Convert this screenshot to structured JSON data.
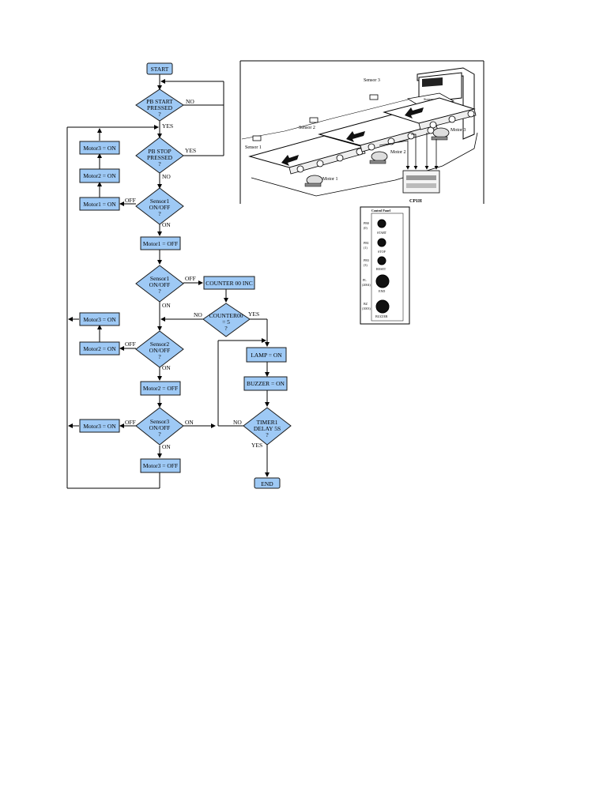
{
  "flowchart": {
    "start": "START",
    "pb_start": [
      "PB START",
      "PRESSED",
      "?"
    ],
    "pb_stop": [
      "PB STOP",
      "PRESSED",
      "?"
    ],
    "sensor1_a": [
      "Sensor1",
      "ON/OFF",
      "?"
    ],
    "motor1_off": "Motor1 = OFF",
    "sensor1_b": [
      "Sensor1",
      "ON/OFF",
      "?"
    ],
    "counter_inc": "COUNTER 00 INC",
    "counter_cmp": [
      "COUNTER00",
      "= 5",
      "?"
    ],
    "sensor2": [
      "Sensor2",
      "ON/OFF",
      "?"
    ],
    "motor2_off": "Motor2 = OFF",
    "sensor3": [
      "Sensor3",
      "ON/OFF",
      "?"
    ],
    "motor3_off": "Motor3 = OFF",
    "lamp_on": "LAMP = ON",
    "buzzer_on": "BUZZER = ON",
    "timer": [
      "TIMER1",
      "DELAY 5S",
      "?"
    ],
    "end": "END",
    "motor3_on_top": "Motor3 = ON",
    "motor2_on_top": "Motor2 = ON",
    "motor1_on": "Motor1 = ON",
    "motor3_on_mid": "Motor3 = ON",
    "motor2_on_mid": "Motor2 = ON",
    "motor3_on_bot": "Motor3 = ON",
    "labels": {
      "yes": "YES",
      "no": "NO",
      "on": "ON",
      "off": "OFF"
    }
  },
  "conveyor": {
    "sensor1": "Sensor 1",
    "sensor2": "Sensor 2",
    "sensor3": "Sensor 3",
    "motor1": "Motor 1",
    "motor2": "Motor 2",
    "motor3": "Motor 3",
    "stopper": [
      "Stopper",
      "plate"
    ],
    "plc": "CP1H"
  },
  "control_panel": {
    "title": "Control Panel",
    "buttons": [
      {
        "code": [
          "PB0",
          "(0)"
        ],
        "label": "START"
      },
      {
        "code": [
          "PB1",
          "(1)"
        ],
        "label": "STOP"
      },
      {
        "code": [
          "PB3",
          "(3)"
        ],
        "label": "RESET"
      },
      {
        "code": [
          "PL",
          "(2004)"
        ],
        "label": "END"
      },
      {
        "code": [
          "BZ",
          "(1003)"
        ],
        "label": "BUZZER"
      }
    ]
  },
  "colors": {
    "fill": "#9ec9f5",
    "stroke": "#1a1a1a"
  }
}
